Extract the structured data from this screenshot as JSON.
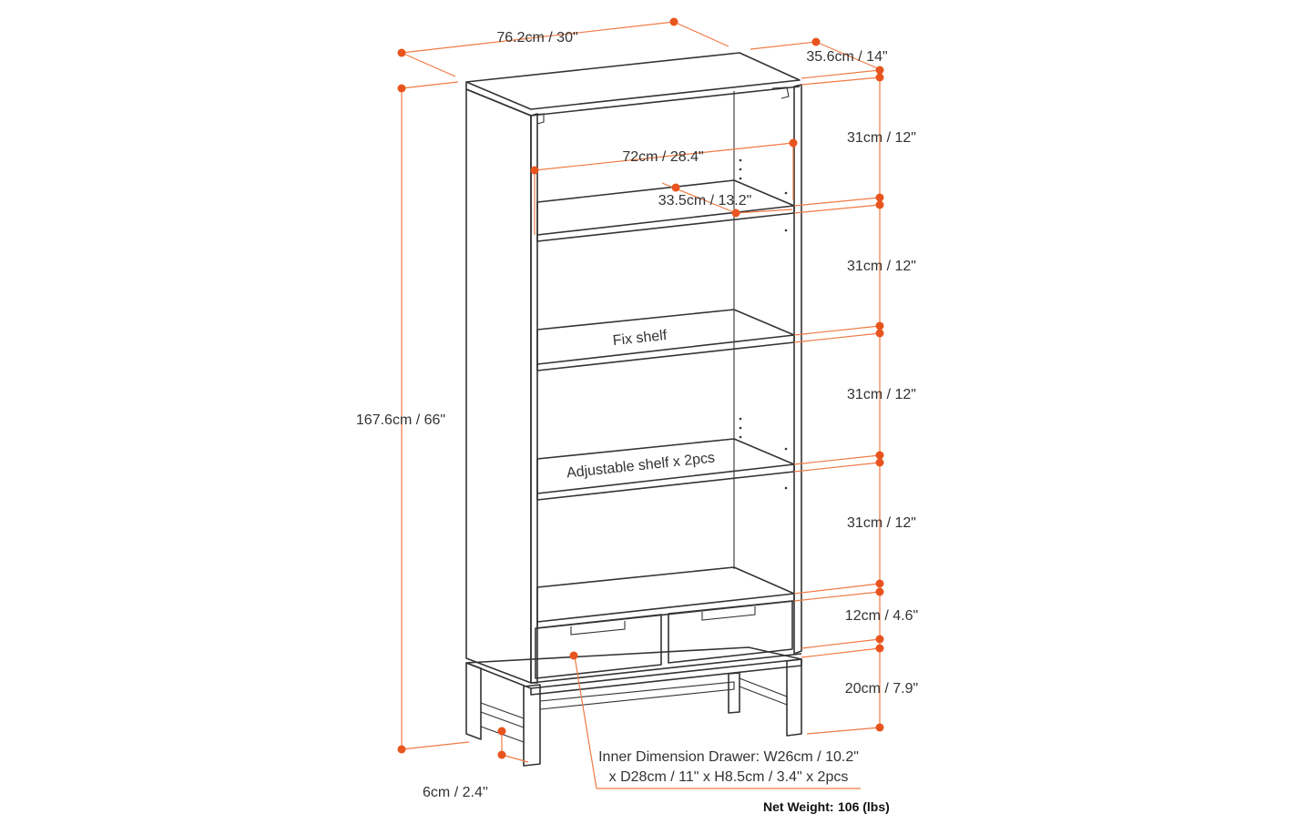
{
  "colors": {
    "dimension": "#f07a45",
    "dot": "#e8541e",
    "outline": "#333333",
    "text": "#333333"
  },
  "dimensions": {
    "width": "76.2cm / 30\"",
    "depth": "35.6cm / 14\"",
    "height": "167.6cm / 66\"",
    "inner_width": "72cm / 28.4\"",
    "inner_depth": "33.5cm / 13.2\"",
    "compartments": [
      "31cm / 12\"",
      "31cm / 12\"",
      "31cm / 12\"",
      "31cm / 12\""
    ],
    "drawer_height": "12cm / 4.6\"",
    "base_height": "20cm / 7.9\"",
    "leg_width": "6cm / 2.4''"
  },
  "labels": {
    "fix_shelf": "Fix shelf",
    "adjustable_shelf": "Adjustable shelf x 2pcs",
    "drawer_inner_line1": "Inner Dimension Drawer: W26cm / 10.2\"",
    "drawer_inner_line2": "x D28cm / 11\" x H8.5cm / 3.4\" x 2pcs",
    "net_weight_label": "Net Weight:",
    "net_weight_value": "106 (lbs)"
  }
}
